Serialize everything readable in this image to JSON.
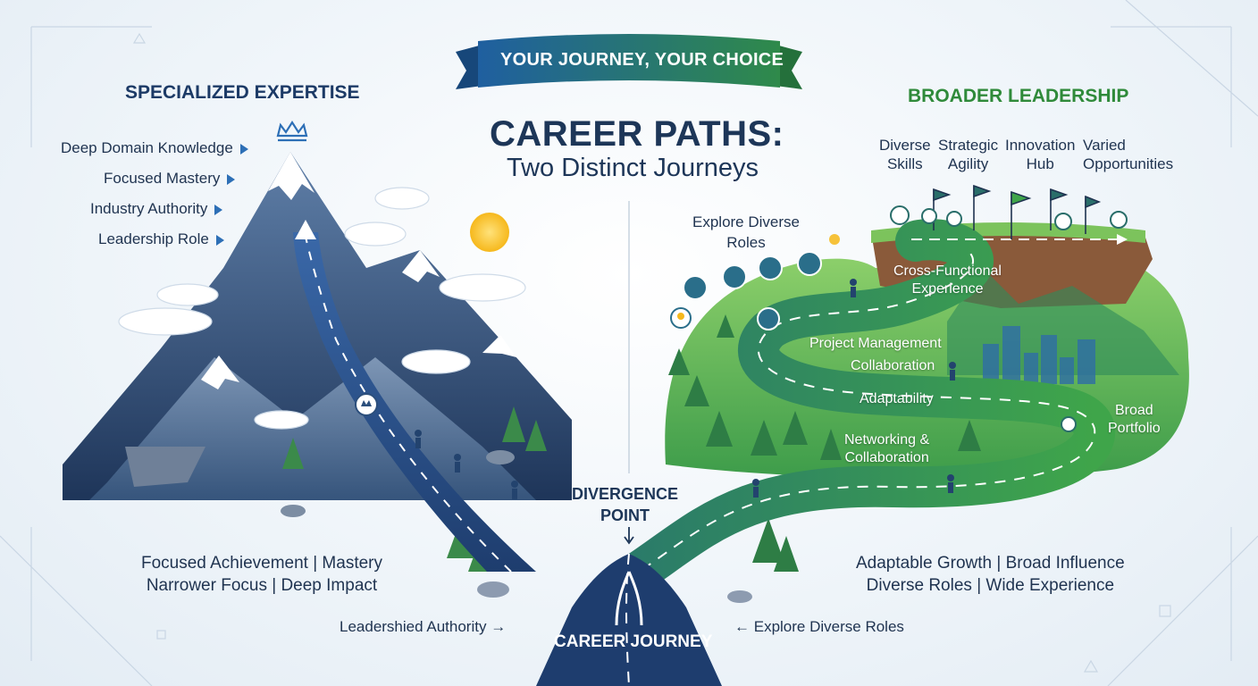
{
  "banner": "YOUR JOURNEY, YOUR CHOICE",
  "title": "CAREER PATHS:",
  "subtitle": "Two Distinct Journeys",
  "left": {
    "heading": "SPECIALIZED EXPERTISE",
    "labels": [
      "Deep Domain Knowledge",
      "Focused Mastery",
      "Industry Authority",
      "Leadership Role"
    ],
    "bottom_line1": "Focused Achievement | Mastery",
    "bottom_line2": "Narrower Focus | Deep Impact",
    "foot": "Leadershied Authority"
  },
  "right": {
    "heading": "BROADER LEADERSHIP",
    "skills": [
      {
        "line1": "Diverse",
        "line2": "Skills"
      },
      {
        "line1": "Strategic",
        "line2": "Agility"
      },
      {
        "line1": "Innovation",
        "line2": "Hub"
      },
      {
        "line1": "Varied",
        "line2": "Opportunities"
      }
    ],
    "explore_line1": "Explore Diverse",
    "explore_line2": "Roles",
    "road_labels": {
      "cross_line1": "Cross-Functional",
      "cross_line2": "Experience",
      "project": "Project Management",
      "collab": "Collaboration",
      "adapt": "Adaptability",
      "network_line1": "Networking &",
      "network_line2": "Collaboration",
      "broad_line1": "Broad",
      "broad_line2": "Portfolio"
    },
    "bottom_line1": "Adaptable Growth | Broad Influence",
    "bottom_line2": "Diverse Roles | Wide Experience",
    "foot": "Explore Diverse Roles"
  },
  "divergence_line1": "DIVERGENCE",
  "divergence_line2": "POINT",
  "career_journey": "CAREER JOURNEY",
  "colors": {
    "navy": "#1d3658",
    "mountain": "#2c4f7c",
    "green": "#3fa54a",
    "banner": "#1f5fa0",
    "banner_end": "#2f8a4a"
  }
}
